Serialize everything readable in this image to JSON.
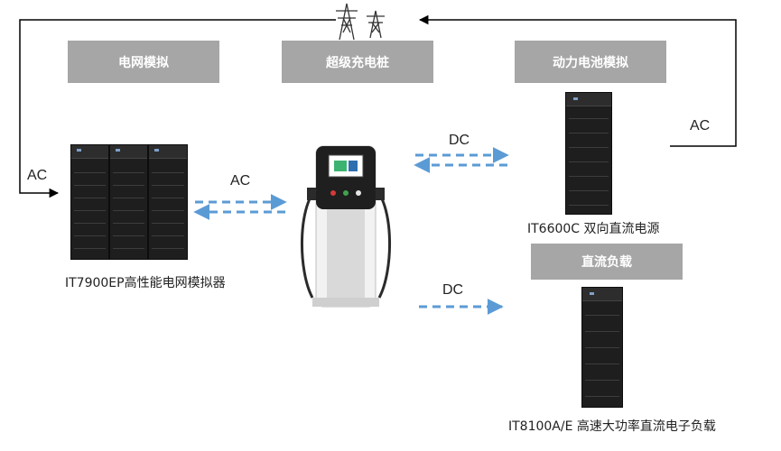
{
  "headers": {
    "grid_sim": "电网模拟",
    "charger": "超级充电桩",
    "battery_sim": "动力电池模拟",
    "dc_load": "直流负载"
  },
  "labels": {
    "ac_left": "AC",
    "ac_right": "AC",
    "ac_middle": "AC",
    "dc_top": "DC",
    "dc_bottom": "DC"
  },
  "devices": {
    "grid_simulator": "IT7900EP高性能电网模拟器",
    "bidirectional_supply": "IT6600C 双向直流电源",
    "dc_load": "IT8100A/E 高速大功率直流电子负载"
  },
  "colors": {
    "header_bg": "#a6a6a6",
    "dashed_arrow": "#5b9bd5",
    "line": "#000000"
  }
}
